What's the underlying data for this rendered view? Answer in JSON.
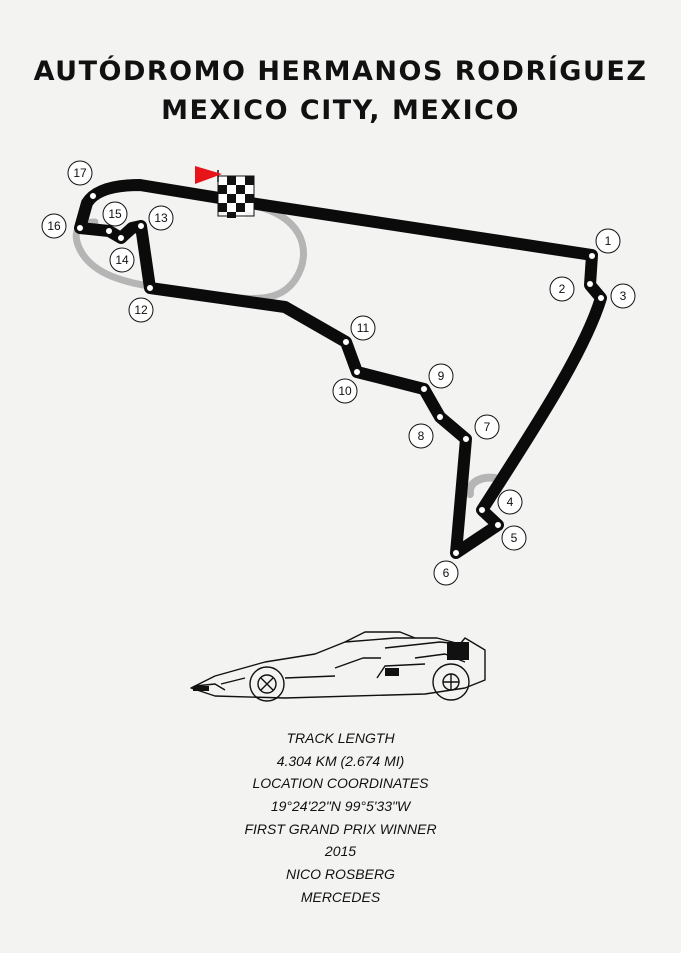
{
  "header": {
    "line1": "AUTÓDROMO HERMANOS RODRÍGUEZ",
    "line2": "MEXICO CITY, MEXICO"
  },
  "track": {
    "turns": [
      "1",
      "2",
      "3",
      "4",
      "5",
      "6",
      "7",
      "8",
      "9",
      "10",
      "11",
      "12",
      "13",
      "14",
      "15",
      "16",
      "17"
    ],
    "colors": {
      "track": "#0b0b0b",
      "old_layout": "#b5b5b5",
      "flag": "#e8141a",
      "marker": "#ffffff"
    }
  },
  "info": {
    "length_label": "TRACK LENGTH",
    "length_value": "4.304 KM (2.674 MI)",
    "coords_label": "LOCATION COORDINATES",
    "coords_value": "19°24'22\"N 99°5'33\"W",
    "winner_label": "FIRST GRAND PRIX WINNER",
    "winner_year": "2015",
    "winner_driver": "NICO ROSBERG",
    "winner_team": "MERCEDES"
  }
}
